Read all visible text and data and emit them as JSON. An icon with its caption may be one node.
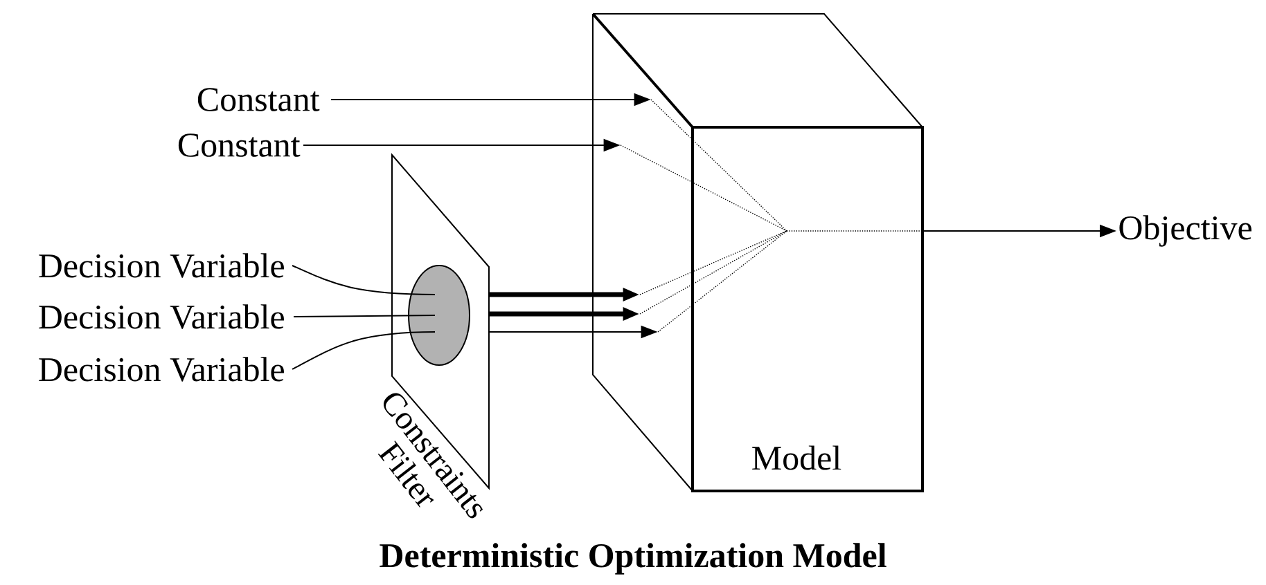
{
  "diagram": {
    "title": "Deterministic Optimization Model",
    "nodes": [
      {
        "text": [
          "Constant"
        ]
      },
      {
        "text": [
          "Constant"
        ]
      },
      {
        "text": [
          "Decision Variable"
        ]
      },
      {
        "text": [
          "Decision Variable"
        ]
      },
      {
        "text": [
          "Decision Variable"
        ]
      },
      {
        "text": [
          "Constraints Filter"
        ]
      },
      {
        "text": [],
        "shape": "circle",
        "in": 5
      },
      {
        "text": [
          "Model"
        ]
      },
      {
        "text": [
          "Objective"
        ]
      }
    ],
    "edges": [
      {
        "from": 0,
        "to": 7,
        "arrow": "to"
      },
      {
        "from": 1,
        "to": 7,
        "arrow": "to"
      },
      {
        "from": 2,
        "to": 6,
        "arrow": "none"
      },
      {
        "from": 3,
        "to": 6,
        "arrow": "none"
      },
      {
        "from": 4,
        "to": 6,
        "arrow": "none"
      },
      {
        "from": 5,
        "to": 7,
        "arrow": "to",
        "style": "thick"
      },
      {
        "from": 5,
        "to": 7,
        "arrow": "to",
        "style": "thick"
      },
      {
        "from": 5,
        "to": 7,
        "arrow": "to"
      },
      {
        "from": 7,
        "to": 8,
        "arrow": "to"
      }
    ]
  }
}
